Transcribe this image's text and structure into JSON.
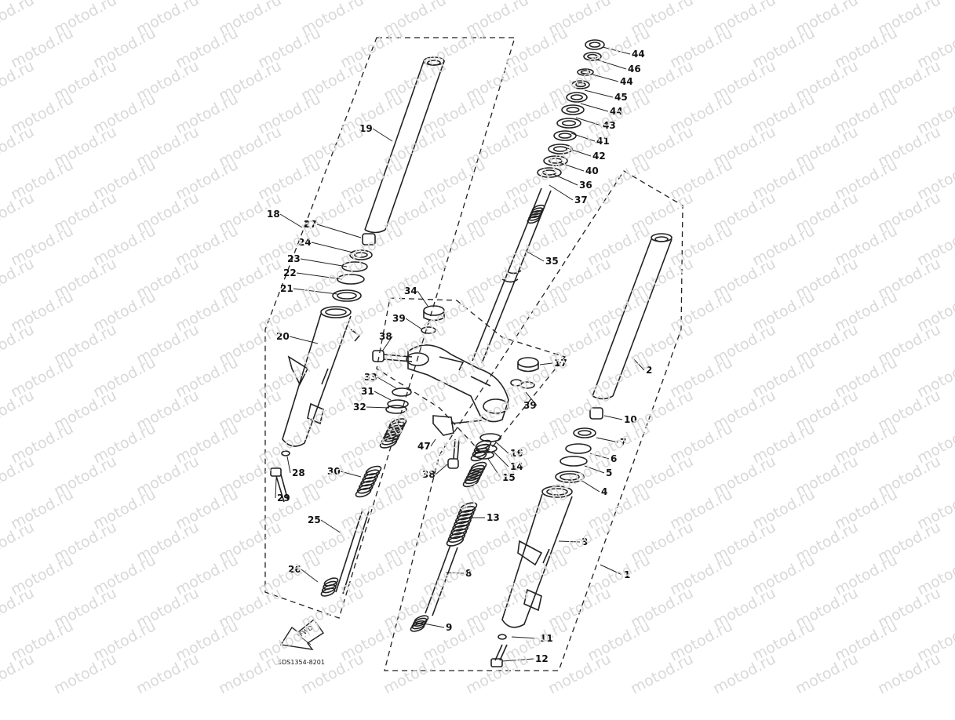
{
  "diagram": {
    "watermark": "motod.ru",
    "drawing_code": "5DS1354-8201",
    "direction_label": "FWD",
    "callouts": [
      {
        "id": "p44a",
        "label": "44"
      },
      {
        "id": "p46",
        "label": "46"
      },
      {
        "id": "p44b",
        "label": "44"
      },
      {
        "id": "p45",
        "label": "45"
      },
      {
        "id": "p44c",
        "label": "44"
      },
      {
        "id": "p43",
        "label": "43"
      },
      {
        "id": "p41",
        "label": "41"
      },
      {
        "id": "p42",
        "label": "42"
      },
      {
        "id": "p40",
        "label": "40"
      },
      {
        "id": "p36",
        "label": "36"
      },
      {
        "id": "p37",
        "label": "37"
      },
      {
        "id": "p35",
        "label": "35"
      },
      {
        "id": "p19",
        "label": "19"
      },
      {
        "id": "p18",
        "label": "18"
      },
      {
        "id": "p27",
        "label": "27"
      },
      {
        "id": "p24",
        "label": "24"
      },
      {
        "id": "p23",
        "label": "23"
      },
      {
        "id": "p22",
        "label": "22"
      },
      {
        "id": "p21",
        "label": "21"
      },
      {
        "id": "p20",
        "label": "20"
      },
      {
        "id": "p34",
        "label": "34"
      },
      {
        "id": "p39a",
        "label": "39"
      },
      {
        "id": "p38a",
        "label": "38"
      },
      {
        "id": "p33",
        "label": "33"
      },
      {
        "id": "p31",
        "label": "31"
      },
      {
        "id": "p32",
        "label": "32"
      },
      {
        "id": "p17",
        "label": "17"
      },
      {
        "id": "p39b",
        "label": "39"
      },
      {
        "id": "p47",
        "label": "47"
      },
      {
        "id": "p38b",
        "label": "38"
      },
      {
        "id": "p16",
        "label": "16"
      },
      {
        "id": "p14",
        "label": "14"
      },
      {
        "id": "p15",
        "label": "15"
      },
      {
        "id": "p2",
        "label": "2"
      },
      {
        "id": "p10",
        "label": "10"
      },
      {
        "id": "p7",
        "label": "7"
      },
      {
        "id": "p6",
        "label": "6"
      },
      {
        "id": "p5",
        "label": "5"
      },
      {
        "id": "p4",
        "label": "4"
      },
      {
        "id": "p28",
        "label": "28"
      },
      {
        "id": "p29",
        "label": "29"
      },
      {
        "id": "p30",
        "label": "30"
      },
      {
        "id": "p25",
        "label": "25"
      },
      {
        "id": "p13",
        "label": "13"
      },
      {
        "id": "p3",
        "label": "3"
      },
      {
        "id": "p1",
        "label": "1"
      },
      {
        "id": "p8",
        "label": "8"
      },
      {
        "id": "p26",
        "label": "26"
      },
      {
        "id": "p9",
        "label": "9"
      },
      {
        "id": "p11",
        "label": "11"
      },
      {
        "id": "p12",
        "label": "12"
      }
    ]
  }
}
